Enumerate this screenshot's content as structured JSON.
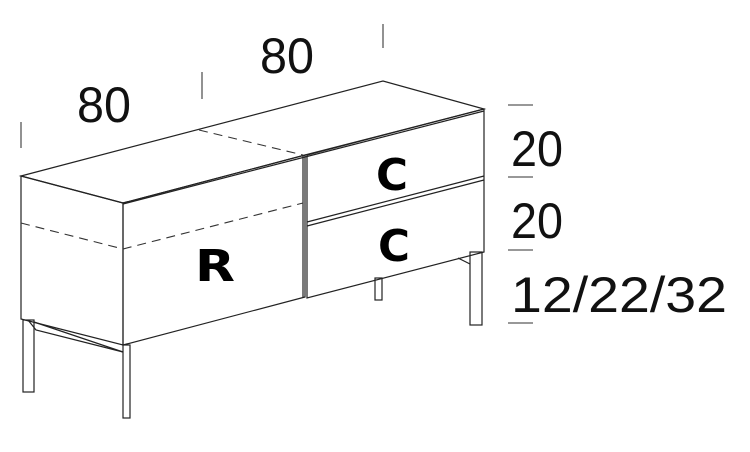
{
  "dimensions": {
    "width_left": "80",
    "width_right": "80",
    "height_drawer_top": "20",
    "height_drawer_bottom": "20",
    "leg_heights": "12/22/32"
  },
  "modules": {
    "left": "R",
    "right_top": "C",
    "right_bottom": "C"
  }
}
